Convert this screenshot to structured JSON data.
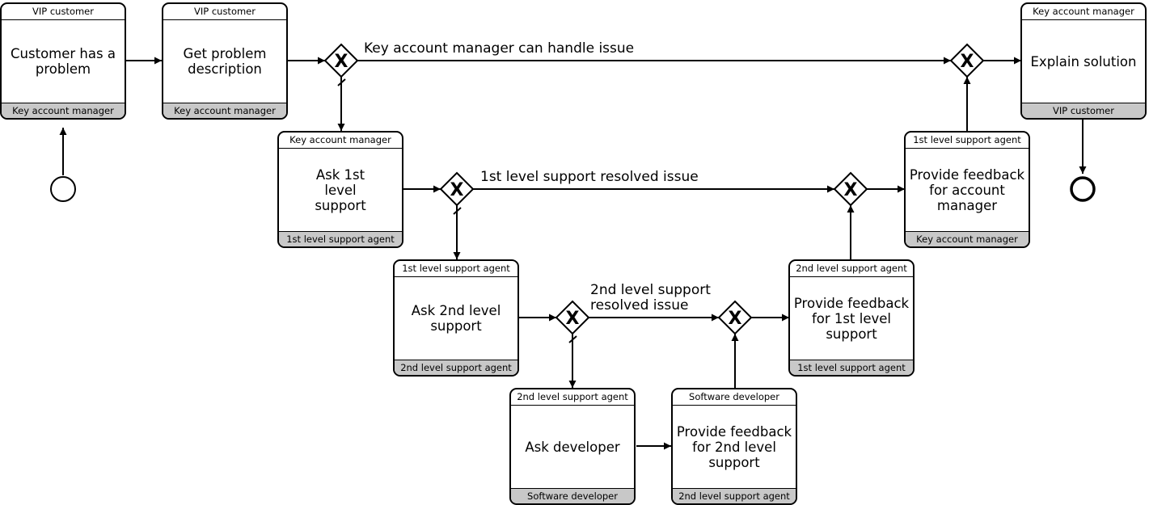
{
  "tasks": [
    {
      "id": "t1",
      "lane": "VIP customer",
      "label": "Customer has a problem",
      "performer": "Key account manager"
    },
    {
      "id": "t2",
      "lane": "VIP customer",
      "label": "Get problem description",
      "performer": "Key account manager"
    },
    {
      "id": "t3",
      "lane": "Key account manager",
      "label": "Explain solution",
      "performer": "VIP customer"
    },
    {
      "id": "t4",
      "lane": "Key account manager",
      "label": "Ask 1st level support",
      "performer": "1st level support agent"
    },
    {
      "id": "t5",
      "lane": "1st level support agent",
      "label": "Provide feedback for account manager",
      "performer": "Key account manager"
    },
    {
      "id": "t6",
      "lane": "1st level support agent",
      "label": "Ask 2nd level support",
      "performer": "2nd level support agent"
    },
    {
      "id": "t7",
      "lane": "2nd level support agent",
      "label": "Provide feedback for 1st level support",
      "performer": "1st level support agent"
    },
    {
      "id": "t8",
      "lane": "2nd level support agent",
      "label": "Ask developer",
      "performer": "Software developer"
    },
    {
      "id": "t9",
      "lane": "Software developer",
      "label": "Provide feedback for 2nd level support",
      "performer": "2nd level support agent"
    }
  ],
  "flow_labels": {
    "kam": "Key account manager can handle issue",
    "first": "1st level support resolved issue",
    "second_line1": "2nd level support",
    "second_line2": "resolved issue"
  },
  "gateway_symbol": "X",
  "colors": {
    "stroke": "#000000",
    "footer": "#c8c8c8",
    "background": "#ffffff"
  }
}
